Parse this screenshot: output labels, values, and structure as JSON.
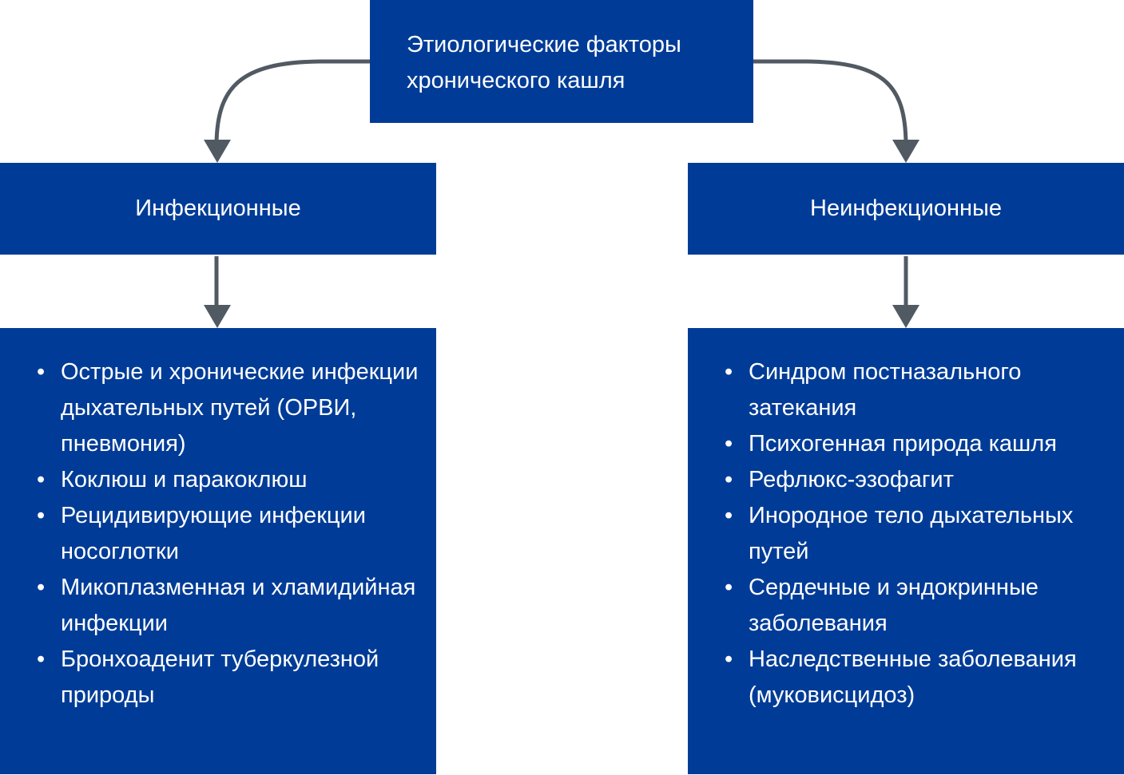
{
  "colors": {
    "box": "#003c97",
    "arrow": "#515a63",
    "text": "#ffffff"
  },
  "root": {
    "line1": "Этиологические факторы",
    "line2": "хронического кашля"
  },
  "left": {
    "title": "Инфекционные",
    "items": [
      "Острые и хронические инфекции дыхательных путей (ОРВИ, пневмония)",
      "Коклюш и паракоклюш",
      "Рецидивирующие инфекции носоглотки",
      "Микоплазменная и хламидийная инфекции",
      "Бронхоаденит туберкулезной природы"
    ]
  },
  "right": {
    "title": "Неинфекционные",
    "items": [
      "Синдром постназального затекания",
      "Психогенная природа кашля",
      "Рефлюкс-эзофагит",
      "Инородное тело дыхательных путей",
      "Сердечные и эндокринные заболевания",
      "Наследственные заболевания (муковисцидоз)"
    ]
  },
  "bullet": "•"
}
